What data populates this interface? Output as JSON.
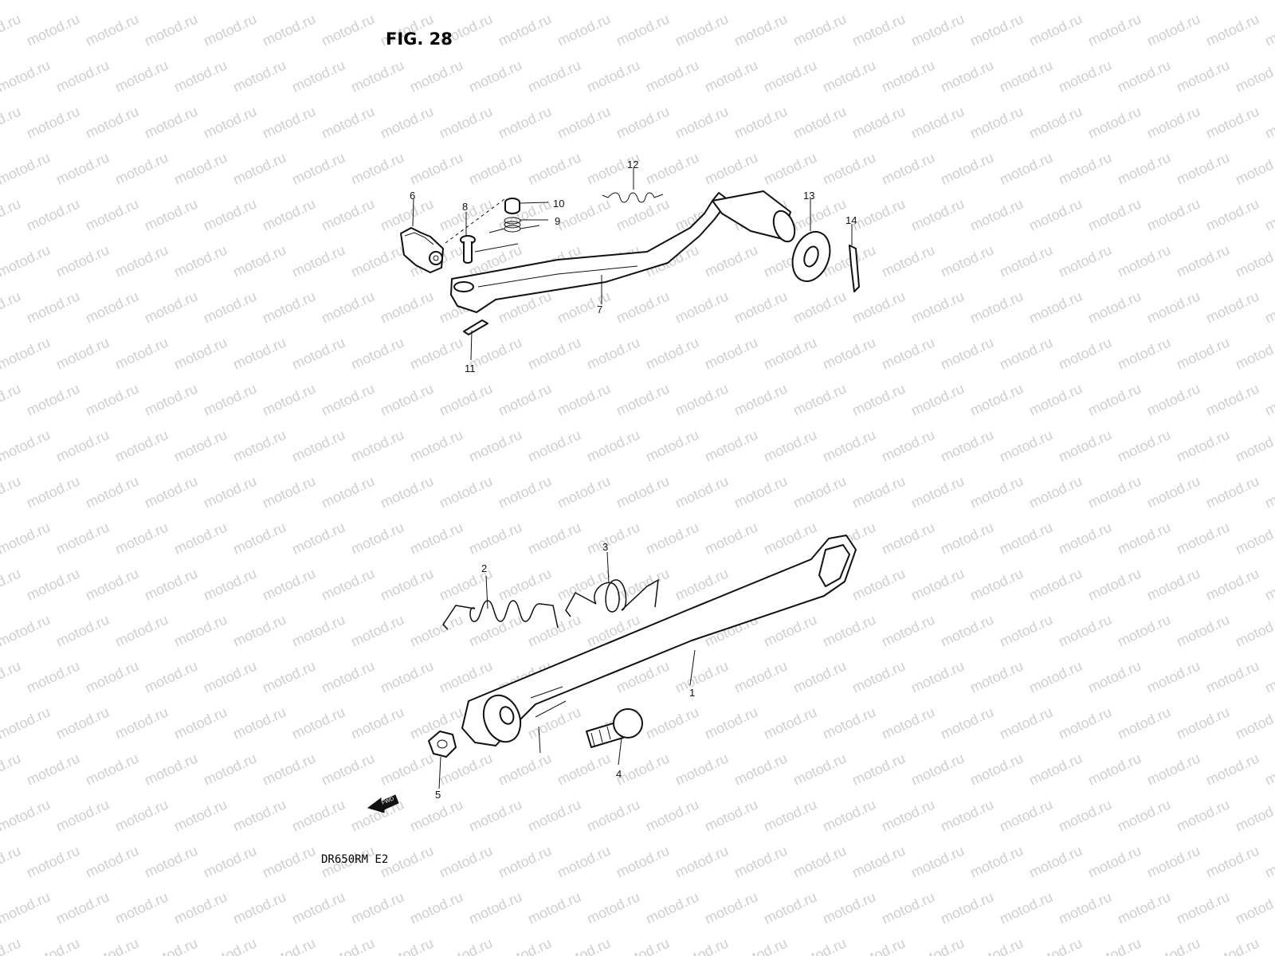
{
  "title": "FIG. 28",
  "model": "DR650RM E2",
  "watermark": "motod.ru",
  "fwd_label": "FWD",
  "callouts": {
    "p1": "1",
    "p2": "2",
    "p3": "3",
    "p4": "4",
    "p5": "5",
    "p6": "6",
    "p7": "7",
    "p8": "8",
    "p9": "9",
    "p10": "10",
    "p11": "11",
    "p12": "12",
    "p13": "13",
    "p14": "14"
  }
}
